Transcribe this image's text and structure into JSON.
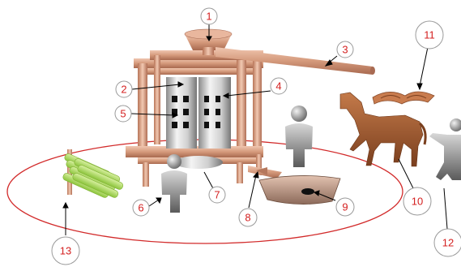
{
  "diagram": {
    "callouts": [
      {
        "id": 1,
        "text": "1"
      },
      {
        "id": 2,
        "text": "2"
      },
      {
        "id": 3,
        "text": "3"
      },
      {
        "id": 4,
        "text": "4"
      },
      {
        "id": 5,
        "text": "5"
      },
      {
        "id": 6,
        "text": "6"
      },
      {
        "id": 7,
        "text": "7"
      },
      {
        "id": 8,
        "text": "8"
      },
      {
        "id": 9,
        "text": "9"
      },
      {
        "id": 10,
        "text": "10"
      },
      {
        "id": 11,
        "text": "11"
      },
      {
        "id": 12,
        "text": "12"
      },
      {
        "id": 13,
        "text": "13"
      }
    ],
    "colors": {
      "callout_text": "#d42020",
      "callout_ring": "#9a9a9a",
      "track_ellipse": "#d22a2a",
      "wood": "#d9a58a",
      "wood_dark": "#a86a52",
      "cane": "#a8d85a",
      "horse": "#a0522d",
      "person": "#9a9a9a"
    }
  }
}
